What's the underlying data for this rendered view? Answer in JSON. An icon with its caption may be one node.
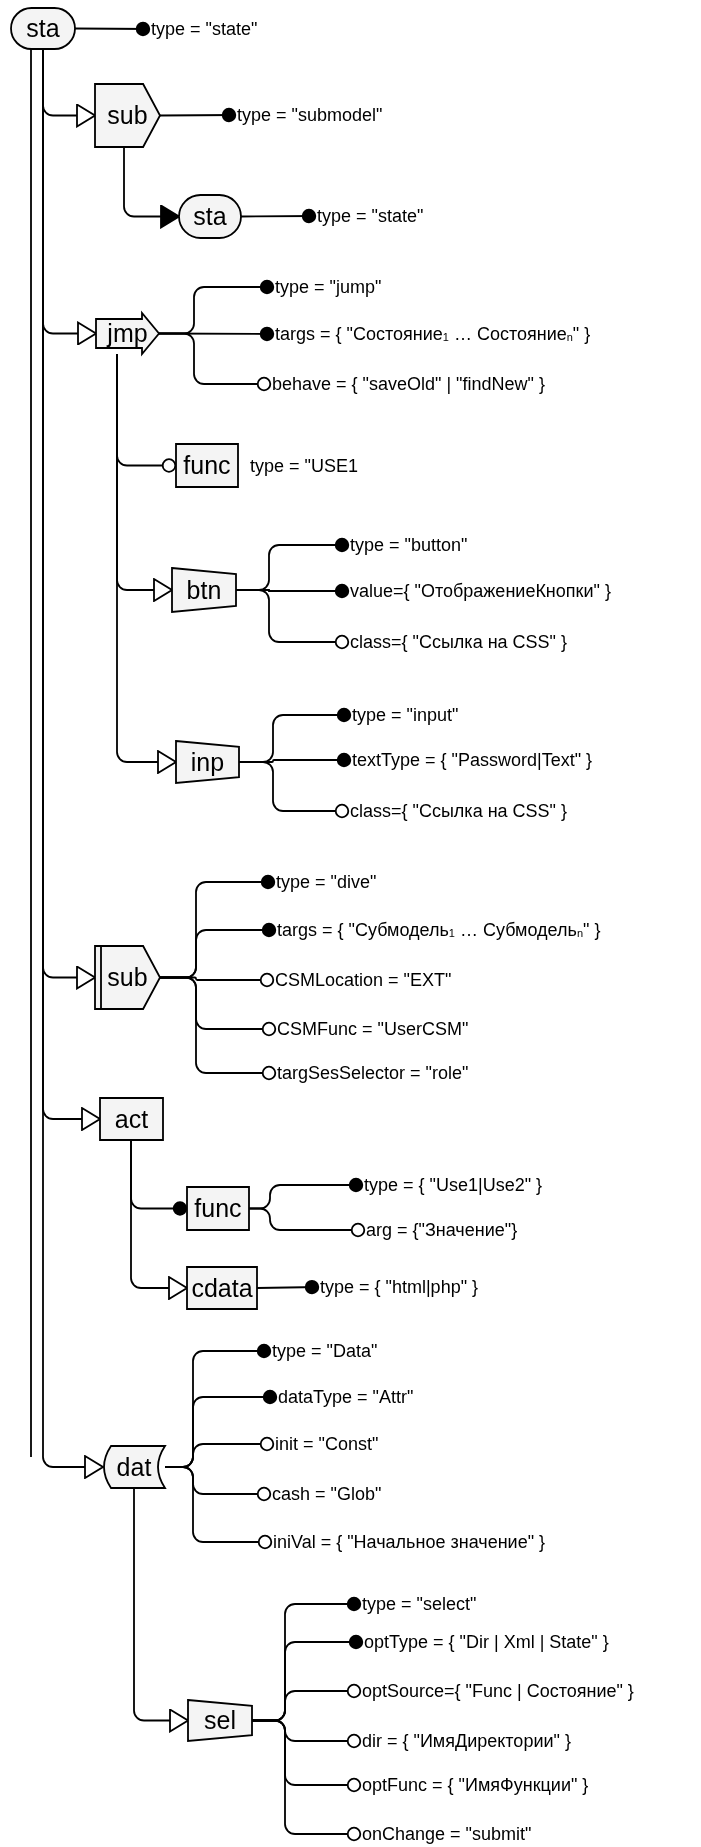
{
  "diagram": {
    "nodes": [
      {
        "text": [
          "sta"
        ]
      },
      {
        "text": [
          "type = \"state\""
        ]
      },
      {
        "text": [
          "sub"
        ]
      },
      {
        "text": [
          "type = \"submodel\""
        ]
      },
      {
        "text": [
          "sta"
        ]
      },
      {
        "text": [
          "type = \"state\""
        ]
      },
      {
        "text": [
          "jmp"
        ]
      },
      {
        "text": [
          "type = \"jump\""
        ]
      },
      {
        "text": [
          "targs = { \"Состояние$_{1}$  … Состояние$_{n}$\" }"
        ]
      },
      {
        "text": [
          "behave =  { \"saveOld\" | \"findNew\" }"
        ]
      },
      {
        "text": [
          "func"
        ],
        "beside": [
          "type = \"USE1"
        ]
      },
      {
        "text": [
          "btn"
        ]
      },
      {
        "text": [
          "type = \"button\""
        ]
      },
      {
        "text": [
          "value={ \"ОтображениеКнопки\" }"
        ]
      },
      {
        "text": [
          "class={ \"Ссылка на CSS\" }"
        ]
      },
      {
        "text": [
          "inp"
        ]
      },
      {
        "text": [
          "type = \"input\""
        ]
      },
      {
        "text": [
          "textType = { \"Password|Text\" }"
        ]
      },
      {
        "text": [
          "class={ \"Ссылка на CSS\" }"
        ]
      },
      {
        "text": [
          "sub"
        ]
      },
      {
        "text": [
          "type = \"dive\""
        ]
      },
      {
        "text": [
          "targs = { \"Субмодель$_{1}$  … Субмодель$_{n}$\" }"
        ]
      },
      {
        "text": [
          "CSMLocation = \"EXT\""
        ]
      },
      {
        "text": [
          "CSMFunc = \"UserCSM\""
        ]
      },
      {
        "text": [
          "targSesSelector = \"role\""
        ]
      },
      {
        "text": [
          "act"
        ]
      },
      {
        "text": [
          "func"
        ]
      },
      {
        "text": [
          "type =  { \"Use1|Use2\" }"
        ]
      },
      {
        "text": [
          "arg = {\"Значение\"}"
        ]
      },
      {
        "text": [
          "cdata"
        ]
      },
      {
        "text": [
          "type = { \"html|php\" }"
        ]
      },
      {
        "text": [
          "dat"
        ]
      },
      {
        "text": [
          "type = \"Data\""
        ]
      },
      {
        "text": [
          "dataType = \"Attr\""
        ]
      },
      {
        "text": [
          "init = \"Const\""
        ]
      },
      {
        "text": [
          "cash = \"Glob\""
        ]
      },
      {
        "text": [
          "iniVal = { \"Начальное значение\" }"
        ]
      },
      {
        "text": [
          "sel"
        ]
      },
      {
        "text": [
          "type = \"select\""
        ]
      },
      {
        "text": [
          "optType  = { \"Dir | Xml | State\" }"
        ]
      },
      {
        "text": [
          "optSource={ \"Func | Состояние\" }"
        ]
      },
      {
        "text": [
          "dir = { \"ИмяДиректории\" }"
        ]
      },
      {
        "text": [
          "optFunc = { \"ИмяФункции\" }"
        ]
      },
      {
        "text": [
          "onChange = \"submit\""
        ]
      }
    ],
    "edges": [
      {
        "from": 0,
        "to": 1,
        "arrow": "other"
      },
      {
        "from": 0,
        "to": 2,
        "arrow": "to"
      },
      {
        "from": 2,
        "to": 3,
        "arrow": "other"
      },
      {
        "from": 2,
        "to": 4,
        "arrow": "to"
      },
      {
        "from": 4,
        "to": 5,
        "arrow": "other"
      },
      {
        "from": 0,
        "to": 6,
        "arrow": "to"
      },
      {
        "from": 6,
        "to": 7,
        "arrow": "other"
      },
      {
        "from": 6,
        "to": 8,
        "arrow": "other"
      },
      {
        "from": 6,
        "to": 9,
        "arrow": "other"
      },
      {
        "from": 6,
        "to": 10,
        "arrow": "other"
      },
      {
        "from": 6,
        "to": 11,
        "arrow": "to"
      },
      {
        "from": 11,
        "to": 12,
        "arrow": "other"
      },
      {
        "from": 11,
        "to": 13,
        "arrow": "other"
      },
      {
        "from": 11,
        "to": 14,
        "arrow": "other"
      },
      {
        "from": 6,
        "to": 15,
        "arrow": "to"
      },
      {
        "from": 15,
        "to": 16,
        "arrow": "other"
      },
      {
        "from": 15,
        "to": 17,
        "arrow": "other"
      },
      {
        "from": 15,
        "to": 18,
        "arrow": "other"
      },
      {
        "from": 0,
        "to": 19,
        "arrow": "to"
      },
      {
        "from": 19,
        "to": 20,
        "arrow": "other"
      },
      {
        "from": 19,
        "to": 21,
        "arrow": "other"
      },
      {
        "from": 19,
        "to": 22,
        "arrow": "other"
      },
      {
        "from": 19,
        "to": 23,
        "arrow": "other"
      },
      {
        "from": 19,
        "to": 24,
        "arrow": "other"
      },
      {
        "from": 0,
        "to": 25,
        "arrow": "to"
      },
      {
        "from": 25,
        "to": 26,
        "arrow": "other"
      },
      {
        "from": 26,
        "to": 27,
        "arrow": "other"
      },
      {
        "from": 26,
        "to": 28,
        "arrow": "other"
      },
      {
        "from": 25,
        "to": 29,
        "arrow": "to"
      },
      {
        "from": 29,
        "to": 30,
        "arrow": "other"
      },
      {
        "from": 0,
        "to": 31,
        "arrow": "to"
      },
      {
        "from": 31,
        "to": 32,
        "arrow": "other"
      },
      {
        "from": 31,
        "to": 33,
        "arrow": "other"
      },
      {
        "from": 31,
        "to": 34,
        "arrow": "other"
      },
      {
        "from": 31,
        "to": 35,
        "arrow": "other"
      },
      {
        "from": 31,
        "to": 36,
        "arrow": "other"
      },
      {
        "from": 31,
        "to": 37,
        "arrow": "to"
      },
      {
        "from": 37,
        "to": 38,
        "arrow": "other"
      },
      {
        "from": 37,
        "to": 39,
        "arrow": "other"
      },
      {
        "from": 37,
        "to": 40,
        "arrow": "other"
      },
      {
        "from": 37,
        "to": 41,
        "arrow": "other"
      },
      {
        "from": 37,
        "to": 42,
        "arrow": "other"
      },
      {
        "from": 37,
        "to": 43,
        "arrow": "other"
      }
    ]
  }
}
